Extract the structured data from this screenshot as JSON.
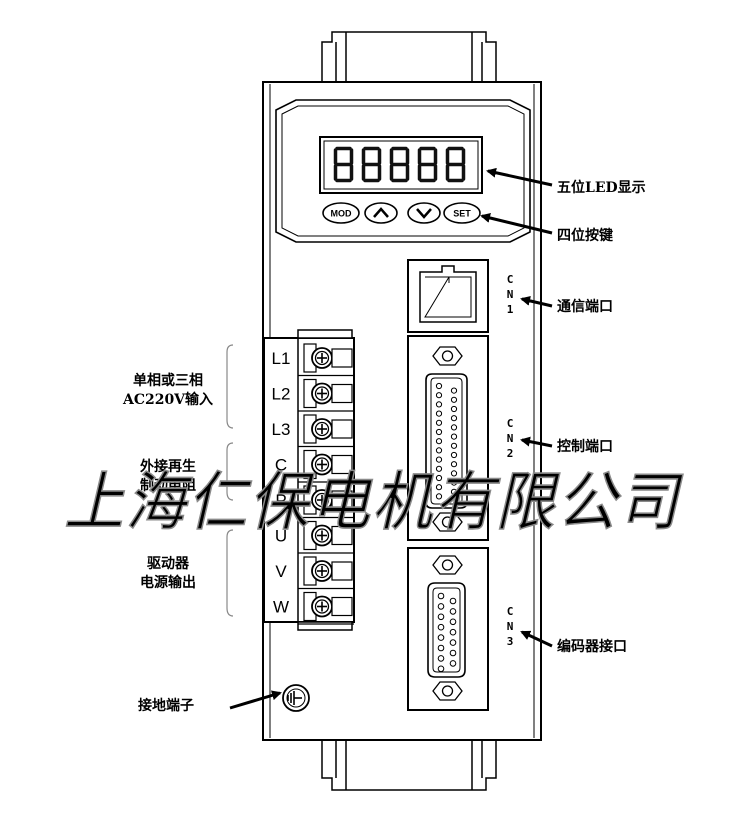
{
  "display": {
    "digits": [
      "8",
      "8",
      "8",
      "8",
      "8"
    ]
  },
  "buttons": {
    "mod": "MOD",
    "up_icon": "chevron-up",
    "down_icon": "chevron-down",
    "set": "SET"
  },
  "terminals": [
    "L1",
    "L2",
    "L3",
    "C",
    "P",
    "U",
    "V",
    "W"
  ],
  "connectors": {
    "cn1": [
      "C",
      "N",
      "1"
    ],
    "cn2": [
      "C",
      "N",
      "2"
    ],
    "cn3": [
      "C",
      "N",
      "3"
    ]
  },
  "callouts": {
    "led_display": "五位LED显示",
    "keys": "四位按键",
    "comm_port": "通信端口",
    "control_port": "控制端口",
    "encoder_port": "编码器接口",
    "power_input": [
      "单相或三相",
      "AC220V输入"
    ],
    "regen_resistor": [
      "外接再生",
      "制动电阻"
    ],
    "motor_output": [
      "驱动器",
      "电源输出"
    ],
    "ground": "接地端子"
  },
  "watermark": "上海仁保电机有限公司"
}
